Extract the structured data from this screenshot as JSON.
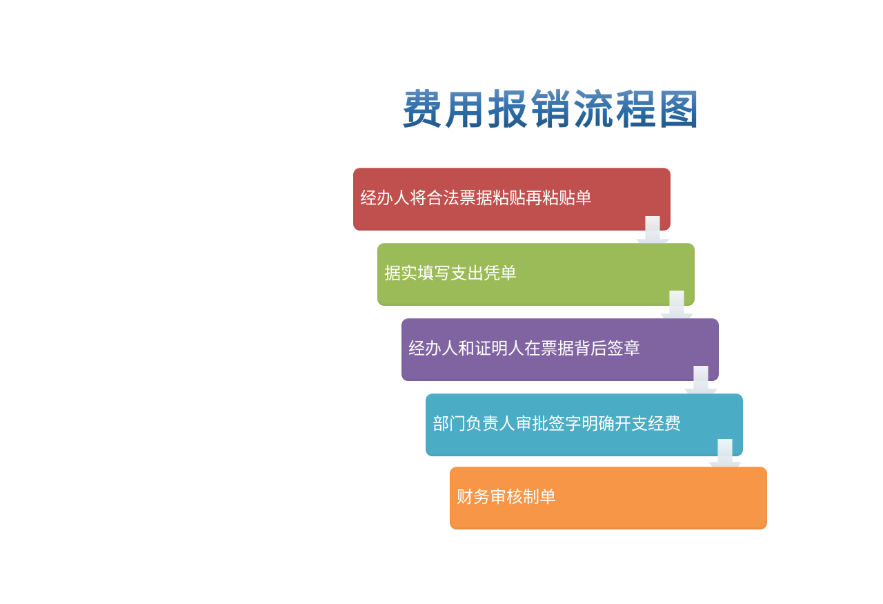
{
  "title": "费用报销流程图",
  "flow": {
    "connector_icon": "down-block-arrow",
    "connector_color": "#dde5eb",
    "steps": [
      {
        "label": "经办人将合法票据粘贴再粘贴单",
        "color": "#C0504D"
      },
      {
        "label": "据实填写支出凭单",
        "color": "#9BBB59"
      },
      {
        "label": "经办人和证明人在票据背后签章",
        "color": "#8064A2"
      },
      {
        "label": "部门负责人审批签字明确开支经费",
        "color": "#4BACC6"
      },
      {
        "label": "财务审核制单",
        "color": "#F79646"
      }
    ]
  }
}
